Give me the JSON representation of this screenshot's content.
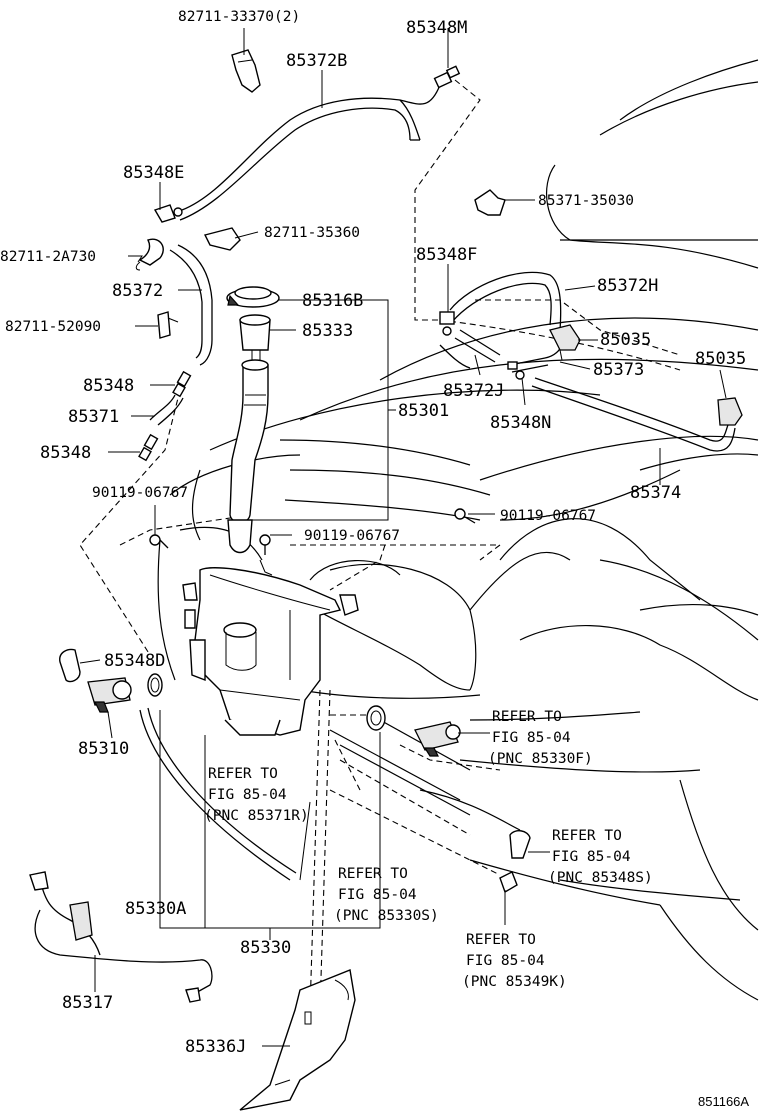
{
  "labels": {
    "p82711_33370": "82711-33370(2)",
    "p85348M": "85348M",
    "p85372B": "85372B",
    "p85348E": "85348E",
    "p85371_35030": "85371-35030",
    "p82711_35360": "82711-35360",
    "p82711_2A730": "82711-2A730",
    "p85348F": "85348F",
    "p85372H": "85372H",
    "p85372": "85372",
    "p85316B": "85316B",
    "p82711_52090": "82711-52090",
    "p85333": "85333",
    "p85035a": "85035",
    "p85035b": "85035",
    "p85373": "85373",
    "p85348a": "85348",
    "p85372J": "85372J",
    "p85301": "85301",
    "p85371": "85371",
    "p85348N": "85348N",
    "p85348b": "85348",
    "p90119a": "90119-06767",
    "p85374": "85374",
    "p90119b": "90119-06767",
    "p90119c": "90119-06767",
    "p85348D": "85348D",
    "p85310": "85310",
    "p85330A": "85330A",
    "p85330": "85330",
    "p85317": "85317",
    "p85336J": "85336J"
  },
  "refs": {
    "r1": [
      "REFER TO",
      "FIG 85-04",
      "(PNC 85330F)"
    ],
    "r2": [
      "REFER TO",
      "FIG 85-04",
      "(PNC 85371R)"
    ],
    "r3": [
      "REFER TO",
      "FIG 85-04",
      "(PNC 85348S)"
    ],
    "r4": [
      "REFER TO",
      "FIG 85-04",
      "(PNC 85330S)"
    ],
    "r5": [
      "REFER TO",
      "FIG 85-04",
      "(PNC 85349K)"
    ]
  },
  "diagram_code": "851166A"
}
